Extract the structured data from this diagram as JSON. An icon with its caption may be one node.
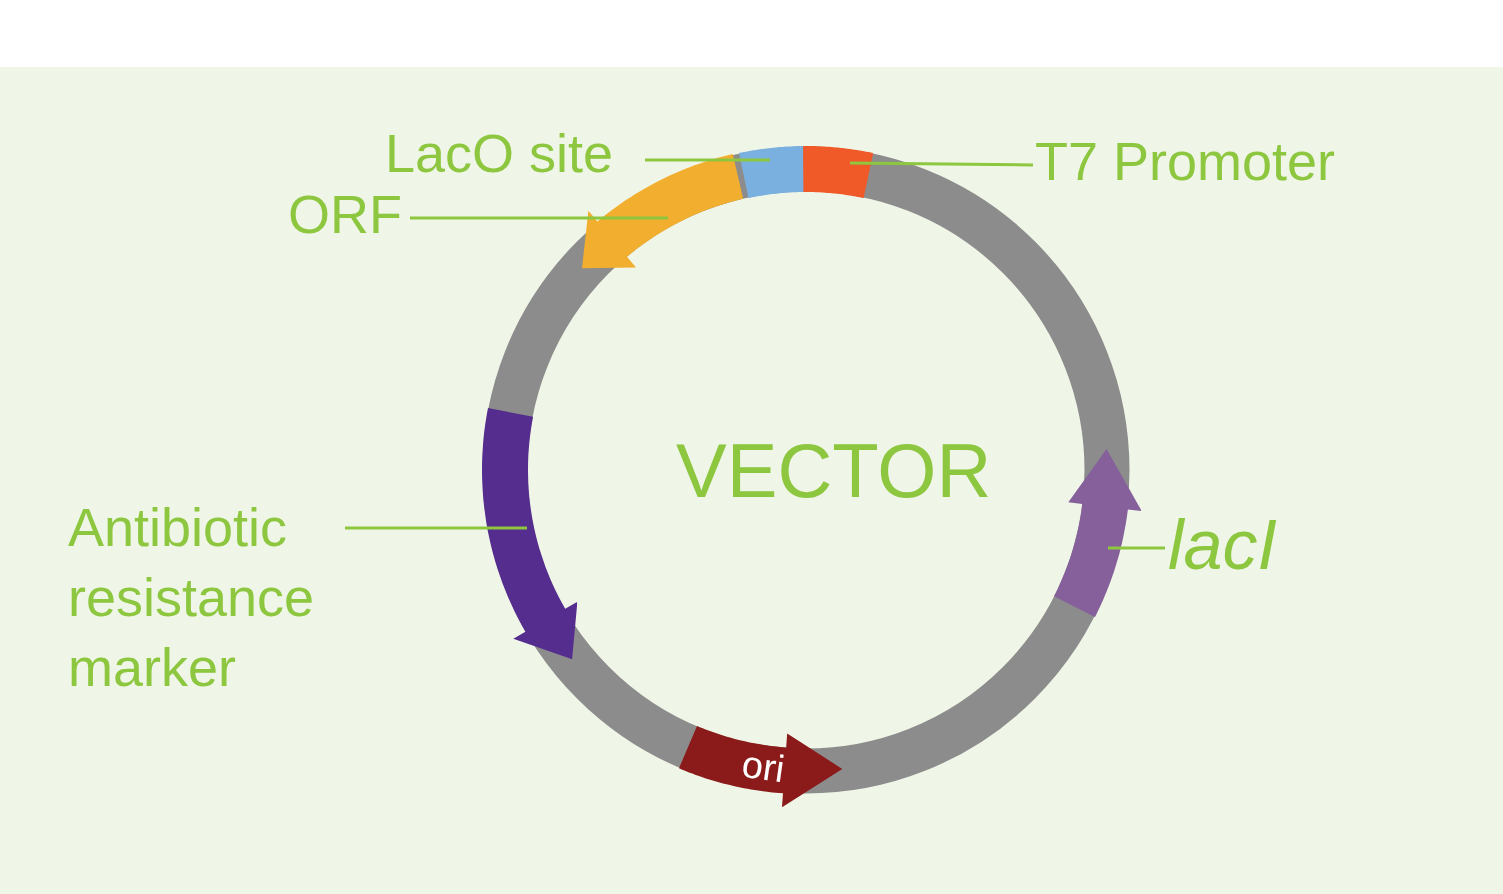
{
  "diagram": {
    "nodes": [
      {
        "text": [
          "LacO site"
        ]
      },
      {
        "text": [],
        "shape": "bar"
      },
      {
        "text": [
          "T7 Promoter"
        ]
      },
      {
        "text": [],
        "shape": "bar"
      },
      {
        "text": [
          "ORF"
        ]
      },
      {
        "text": [],
        "shape": "arrow"
      },
      {
        "text": [
          "Antibiotic resistance marker"
        ]
      },
      {
        "text": [],
        "shape": "arrow"
      },
      {
        "text": [
          "lacI"
        ]
      },
      {
        "text": [],
        "shape": "arrow"
      },
      {
        "text": [
          "ori"
        ]
      }
    ],
    "edges": [
      {
        "from": 0,
        "to": 1,
        "arrow": "none"
      },
      {
        "from": 2,
        "to": 3,
        "arrow": "none"
      },
      {
        "from": 4,
        "to": 5,
        "arrow": "none"
      },
      {
        "from": 6,
        "to": 7,
        "arrow": "none"
      },
      {
        "from": 8,
        "to": 9,
        "arrow": "none"
      }
    ],
    "labels": [
      "VECTOR"
    ]
  }
}
